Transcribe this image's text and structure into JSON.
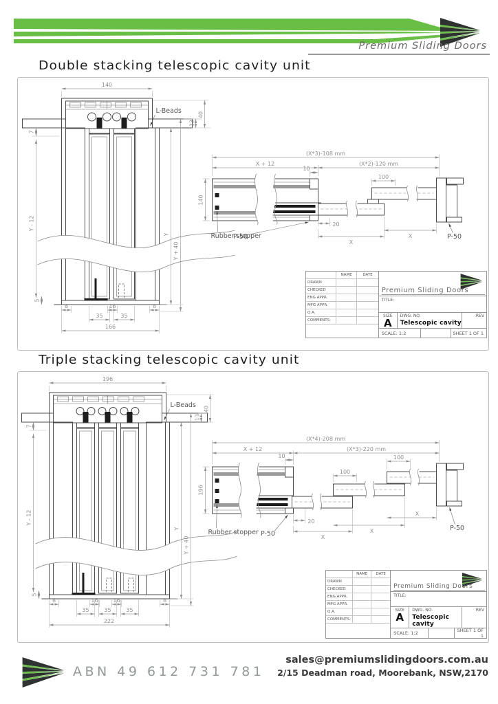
{
  "header": {
    "brand": "Premium Sliding Doors"
  },
  "double": {
    "title": "Double stacking telescopic cavity unit",
    "elev": {
      "w140": "140",
      "lbeads": "L-Beads",
      "d13": "13",
      "d40": "40",
      "d7": "7",
      "ym12": "Y - 12",
      "y": "Y",
      "yp40": "Y + 40",
      "d5": "5",
      "d8l": "8",
      "d16": "16",
      "d8r": "8",
      "d35l": "35",
      "d35r": "35",
      "total": "166"
    },
    "plan": {
      "outer": "(X*3)-108 mm",
      "xp12": "X + 12",
      "mid": "(X*2)-120 mm",
      "d10": "10",
      "h140": "140",
      "d100": "100",
      "d20": "20",
      "x1": "X",
      "x2": "X",
      "rubber": "Rubber stopper",
      "p50l": "P-50",
      "p50r": "P-50"
    }
  },
  "triple": {
    "title": "Triple stacking telescopic cavity unit",
    "elev": {
      "w196": "196",
      "lbeads": "L-Beads",
      "d13": "13",
      "d40": "40",
      "d7": "7",
      "ym12": "Y - 12",
      "y": "Y",
      "yp40": "Y + 40",
      "d5": "5",
      "d8l": "8",
      "d16a": "16",
      "d16b": "16",
      "d8r": "8",
      "d35a": "35",
      "d35b": "35",
      "d35c": "35",
      "total": "222"
    },
    "plan": {
      "outer": "(X*4)-208 mm",
      "xp12": "X + 12",
      "mid": "(X*3)-220 mm",
      "d10": "10",
      "h196": "196",
      "d100a": "100",
      "d100b": "100",
      "d20": "20",
      "x1": "X",
      "x2": "X",
      "x3": "X",
      "rubber": "Rubber stopper",
      "p50l": "P-50",
      "p50r": "P-50"
    }
  },
  "titleblock": {
    "rows": [
      "DRAWN",
      "CHECKED",
      "ENG APPR.",
      "MFG APPR.",
      "Q.A.",
      "COMMENTS:"
    ],
    "name": "NAME",
    "date": "DATE",
    "brand": "Premium Sliding Doors",
    "title_label": "TITLE:",
    "size_label": "SIZE",
    "size": "A",
    "dwg_label": "DWG.  NO.",
    "dwg": "Telescopic cavity",
    "rev": "REV",
    "scale": "SCALE: 1:2",
    "sheet": "SHEET 1 OF 1"
  },
  "footer": {
    "abn": "ABN 49 612 731 781",
    "email": "sales@premiumslidingdoors.com.au",
    "address": "2/15 Deadman road, Moorebank, NSW,2170"
  },
  "colors": {
    "green": "#69bf45",
    "dark": "#2e3230",
    "line": "#4d4d4d",
    "dim": "#8f8f8f"
  }
}
